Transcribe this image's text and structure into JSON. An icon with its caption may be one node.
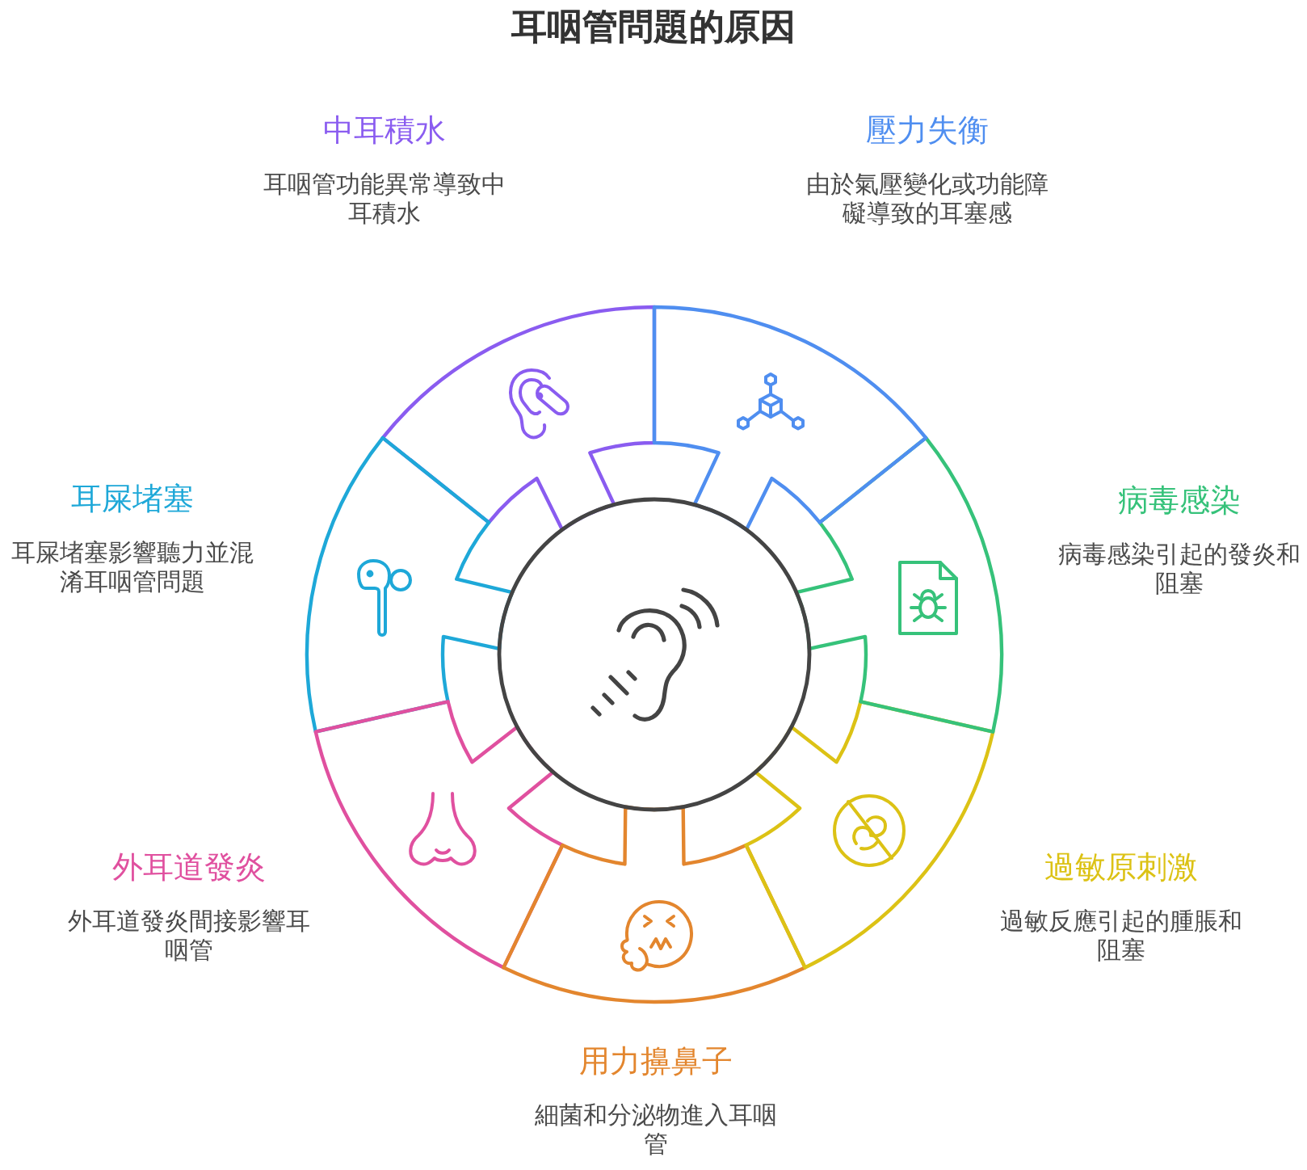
{
  "diagram": {
    "title": "耳咽管問題的原因",
    "nodes": [
      {
        "text": [
          "中耳積水",
          "耳咽管功能異常導致中耳積水"
        ]
      },
      {
        "text": [
          "壓力失衡",
          "由於氣壓變化或功能障礙導致的耳塞感"
        ]
      },
      {
        "text": [
          "耳屎堵塞",
          "耳屎堵塞影響聽力並混淆耳咽管問題"
        ]
      },
      {
        "text": [
          "病毒感染",
          "病毒感染引起的發炎和阻塞"
        ]
      },
      {
        "text": [
          "外耳道發炎",
          "外耳道發炎間接影響耳咽管"
        ]
      },
      {
        "text": [
          "過敏原刺激",
          "過敏反應引起的腫脹和阻塞"
        ]
      },
      {
        "text": [
          "用力擤鼻子",
          "細菌和分泌物進入耳咽管"
        ]
      }
    ]
  }
}
